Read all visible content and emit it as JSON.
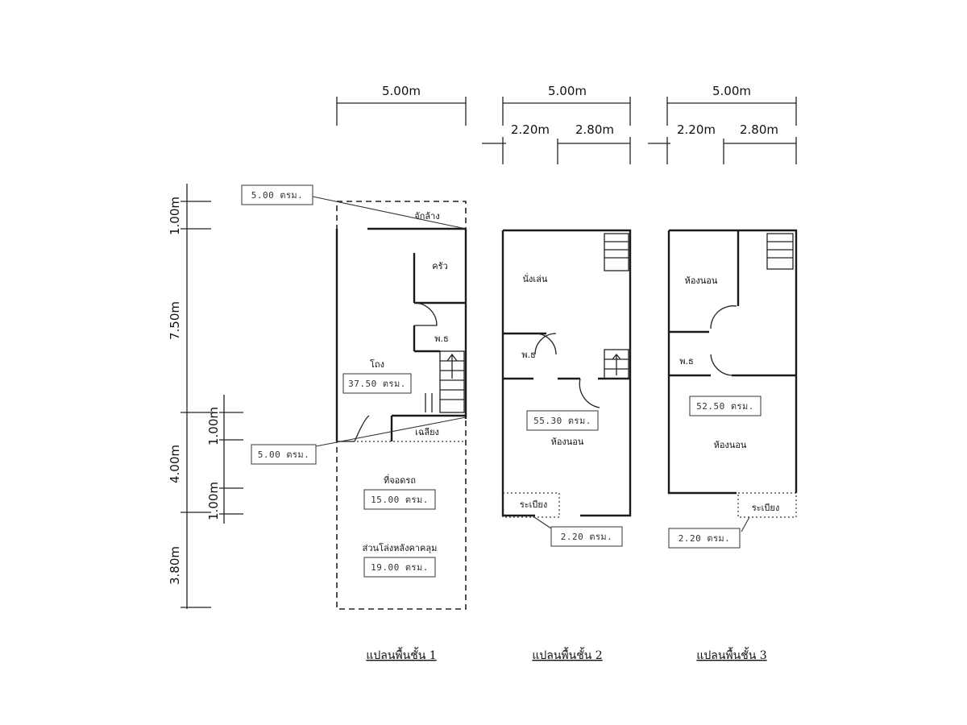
{
  "dimensions": {
    "top_plan1_width": "5.00m",
    "top_plan2_width": "5.00m",
    "top_plan3_width": "5.00m",
    "plan2_left": "2.20m",
    "plan2_right": "2.80m",
    "plan3_left": "2.20m",
    "plan3_right": "2.80m",
    "left_1": "1.00m",
    "left_2": "7.50m",
    "left_3": "4.00m",
    "left_4": "3.80m",
    "inner_1": "1.00m",
    "inner_2": "1.00m"
  },
  "areas": {
    "p1_top": "5.00 ตรม.",
    "p1_main": "37.50 ตรม.",
    "p1_lower": "5.00 ตรม.",
    "p1_parking": "15.00 ตรม.",
    "p1_rear": "19.00 ตรม.",
    "p2_main": "55.30 ตรม.",
    "p2_balcony": "2.20 ตรม.",
    "p3_main": "52.50 ตรม.",
    "p3_balcony": "2.20 ตรม."
  },
  "rooms": {
    "p1_porch": "จักล้าง",
    "p1_kitchen": "ครัว",
    "p1_wc": "พ.ธ",
    "p1_hall": "โถง",
    "p1_entrance": "เฉลียง",
    "p1_parking": "ที่จอดรถ",
    "p1_rear": "ส่วนโล่งหลังคาคลุม",
    "p2_living": "นั่งเล่น",
    "p2_wc": "พ.ธ",
    "p2_bedroom": "ห้องนอน",
    "p2_balcony": "ระเบียง",
    "p3_bedroom1": "ห้องนอน",
    "p3_wc": "พ.ธ",
    "p3_bedroom2": "ห้องนอน",
    "p3_balcony": "ระเบียง"
  },
  "titles": {
    "plan1": "แปลนพื้นชั้น 1",
    "plan2": "แปลนพื้นชั้น 2",
    "plan3": "แปลนพื้นชั้น 3"
  }
}
